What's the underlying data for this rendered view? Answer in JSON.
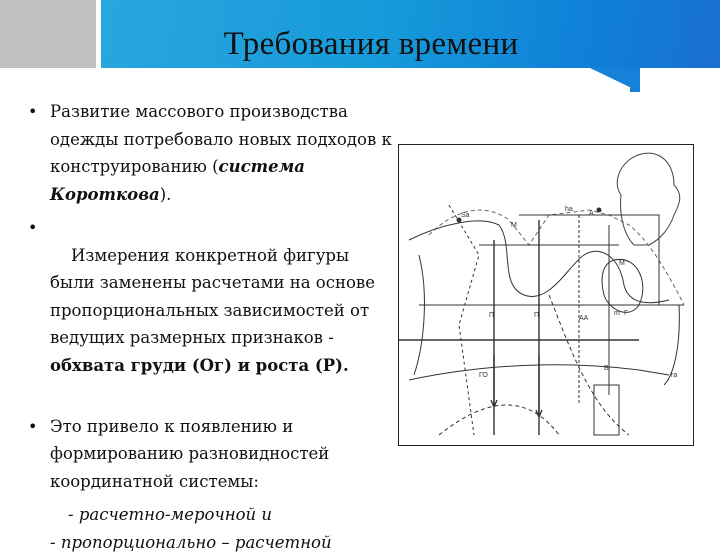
{
  "slide": {
    "title": "Требования времени",
    "bullets": [
      {
        "pre": "Развитие массового производства одежды потребовало новых подходов к конструированию (",
        "emph": "система Короткова",
        "post": ")."
      },
      {
        "pre": "  Измерения конкретной фигуры были заменены расчетами на основе пропорциональных зависимостей от ведущих размерных признаков - ",
        "emph": "обхвата груди (Ог) и роста (Р).",
        "post": ""
      },
      {
        "pre": "Это привело к появлению и формированию разновидностей координатной системы:",
        "emph": "",
        "post": ""
      }
    ],
    "sub_items": [
      "- расчетно-мерочной и",
      "- пропорционально – расчетной"
    ],
    "bullet_icon": "bullet-dot",
    "figure_labels": [
      "Sa",
      "M",
      "ha",
      "A",
      "M",
      "П",
      "П",
      "АА",
      "Г",
      "m",
      "В",
      "ГО",
      "ra"
    ],
    "colors": {
      "accent": "#169ad9",
      "gray": "#c0c0c0"
    }
  }
}
